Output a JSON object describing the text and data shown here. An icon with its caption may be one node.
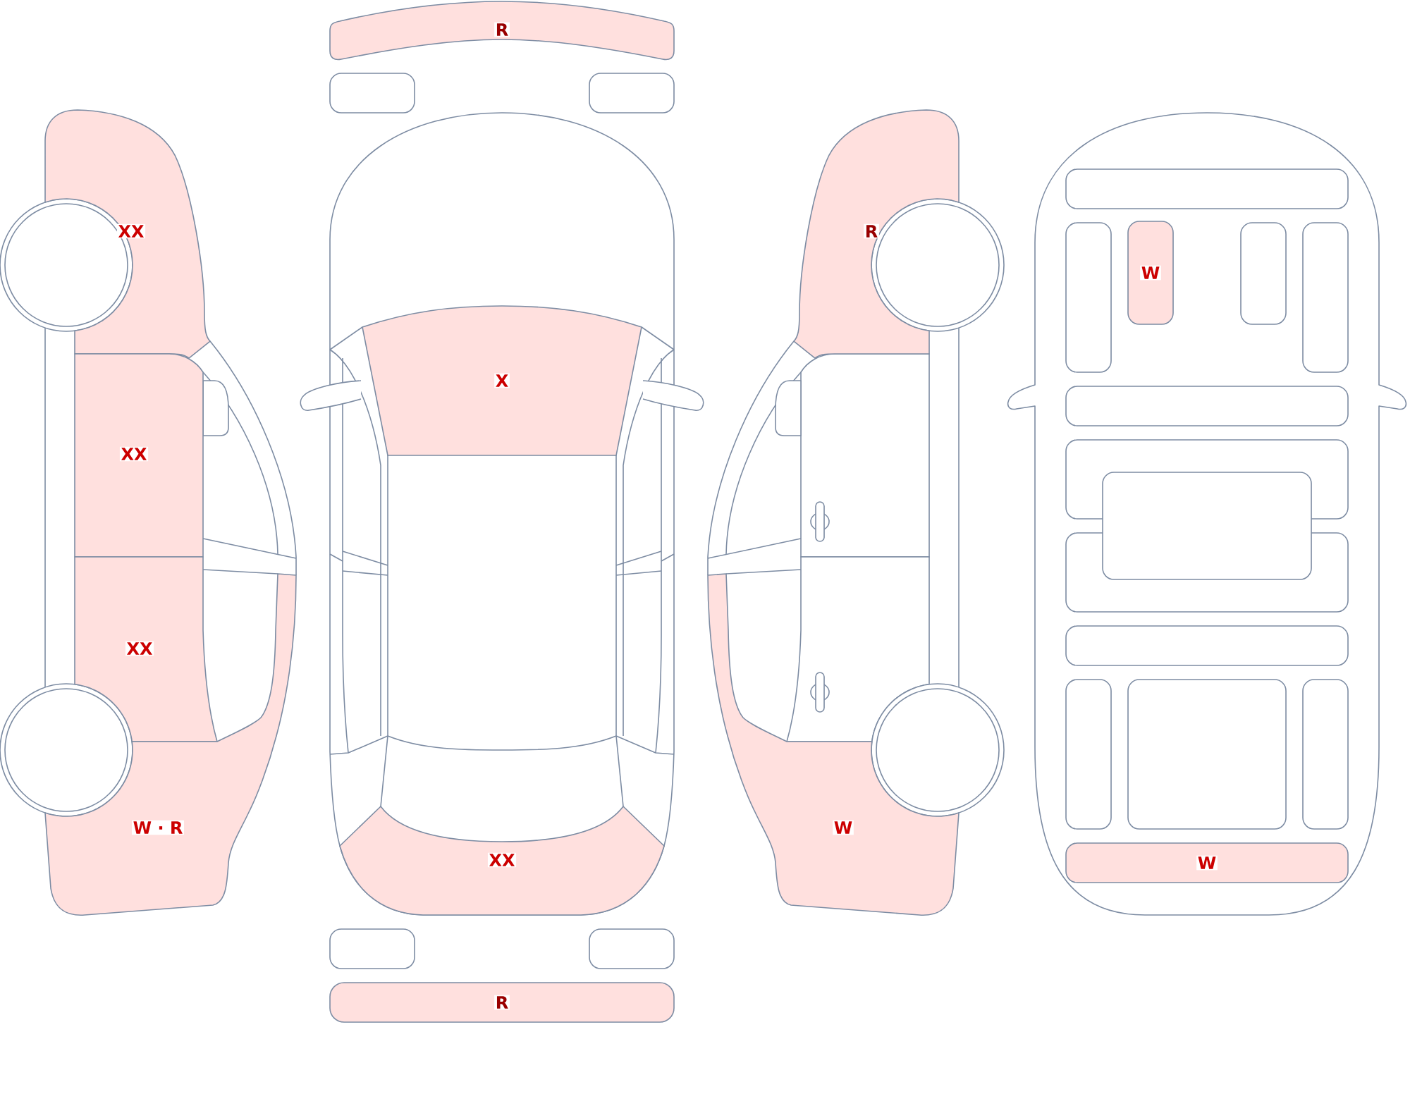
{
  "diagram": {
    "nodes": [
      {
        "text": [
          "XX"
        ]
      },
      {
        "text": [
          "XX"
        ]
      },
      {
        "text": [
          "XX"
        ]
      },
      {
        "text": [
          "W · R"
        ]
      },
      {
        "text": [
          "R"
        ]
      },
      {
        "text": [],
        "shape": "box"
      },
      {
        "text": [],
        "shape": "box"
      },
      {
        "text": [
          "X"
        ]
      },
      {
        "text": [
          "XX"
        ]
      },
      {
        "text": [],
        "shape": "box"
      },
      {
        "text": [],
        "shape": "box"
      },
      {
        "text": [
          "R"
        ]
      },
      {
        "text": [
          "R"
        ]
      },
      {
        "text": [
          "W"
        ]
      },
      {
        "text": [],
        "shape": "box"
      },
      {
        "text": [],
        "shape": "box"
      },
      {
        "text": [
          "W"
        ]
      },
      {
        "text": [],
        "shape": "box"
      },
      {
        "text": [],
        "shape": "box"
      },
      {
        "text": [],
        "shape": "box"
      },
      {
        "text": [],
        "shape": "box"
      },
      {
        "text": [],
        "shape": "box"
      },
      {
        "text": [],
        "shape": "box"
      },
      {
        "text": [],
        "shape": "box"
      },
      {
        "text": [],
        "shape": "box"
      },
      {
        "text": [],
        "shape": "box"
      },
      {
        "text": [],
        "shape": "box"
      },
      {
        "text": [
          "W"
        ]
      }
    ]
  }
}
